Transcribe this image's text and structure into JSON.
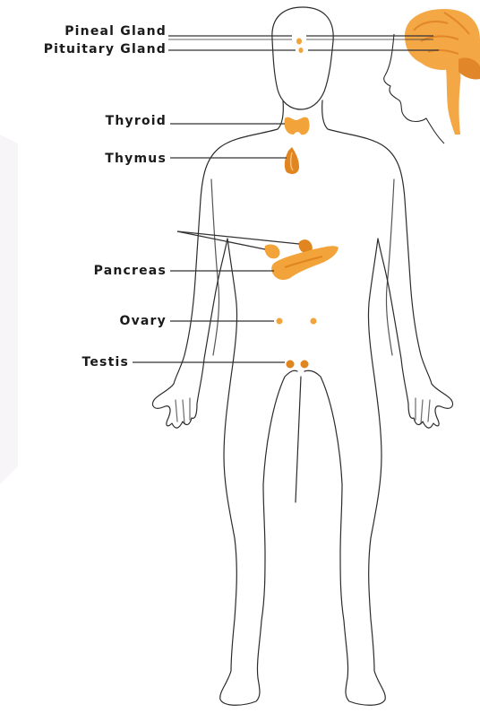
{
  "diagram": {
    "labels": {
      "pineal": "Pineal Gland",
      "pituitary": "Pituitary Gland",
      "thyroid": "Thyroid",
      "thymus": "Thymus",
      "pancreas": "Pancreas",
      "ovary": "Ovary",
      "testis": "Testis"
    },
    "colors": {
      "outline": "#2b2b2b",
      "gland": "#f2a33a",
      "gland_dark": "#e0851f",
      "brain": "#f4a745",
      "brain_dark": "#e2862a",
      "leader": "#333333"
    }
  }
}
